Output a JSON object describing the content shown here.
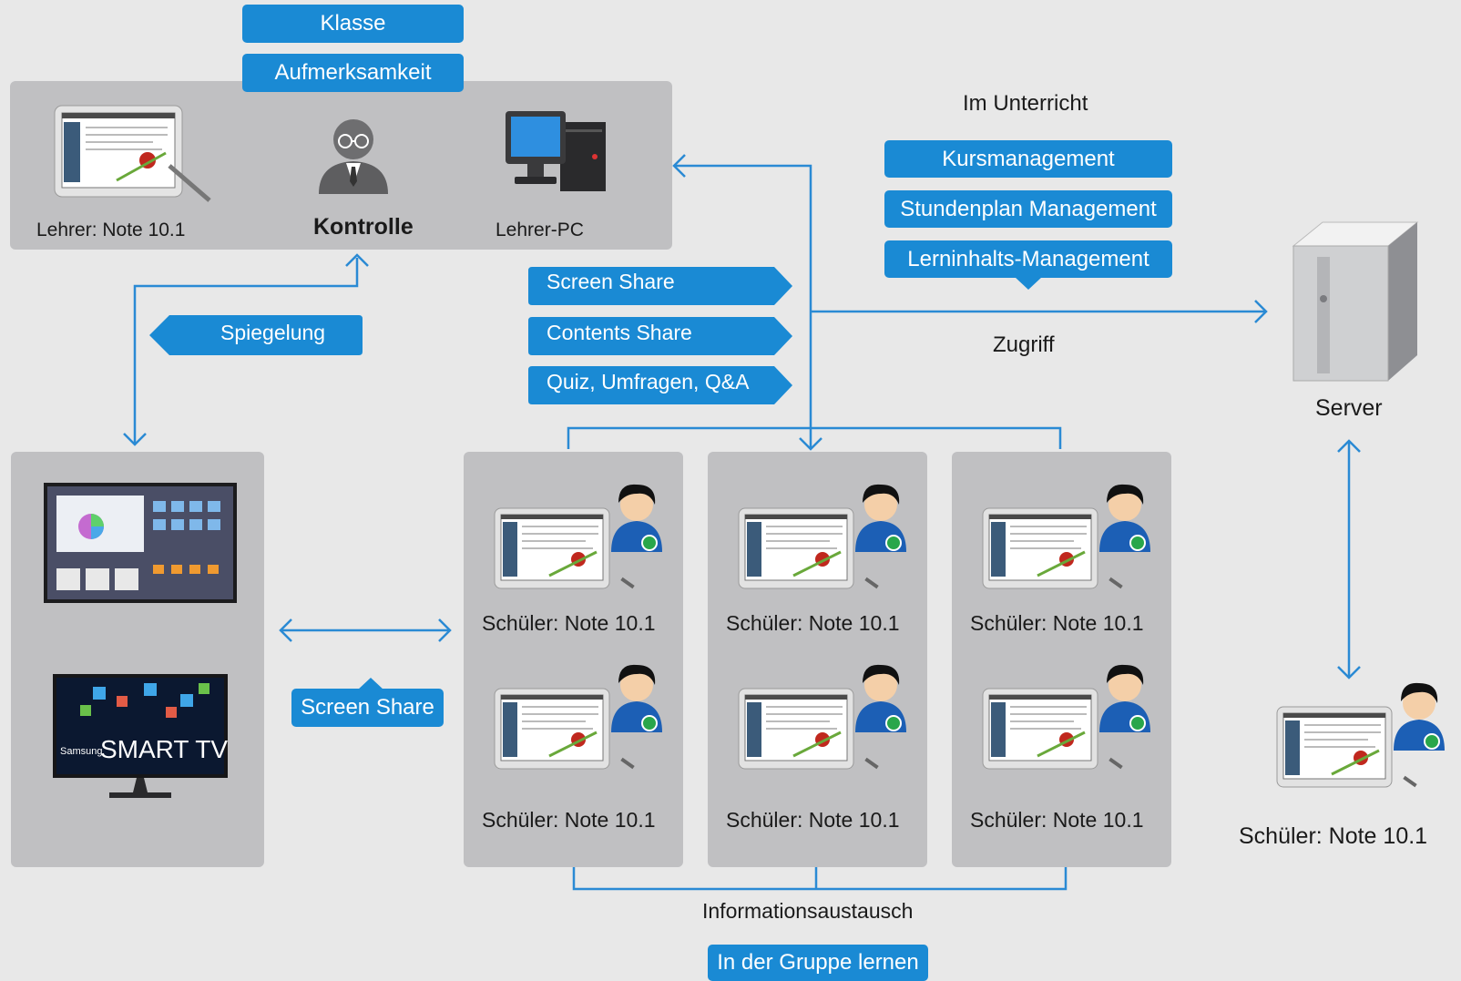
{
  "teacher": {
    "tag_class": "Klasse",
    "tag_attention": "Aufmerksamkeit",
    "tablet_label": "Lehrer: Note 10.1",
    "control_label": "Kontrolle",
    "pc_label": "Lehrer-PC"
  },
  "im_unterricht": {
    "title": "Im Unterricht",
    "items": [
      "Kursmanagement",
      "Stundenplan  Management",
      "Lerninhalts-Management"
    ],
    "access_label": "Zugriff"
  },
  "share_tags": [
    "Screen Share",
    "Contents Share",
    "Quiz, Umfragen, Q&A"
  ],
  "mirroring_label": "Spiegelung",
  "display": {
    "screen_share_label": "Screen Share",
    "tv_brand": "Samsung",
    "tv_logo": "SMART TV"
  },
  "server": {
    "label": "Server"
  },
  "students": {
    "label": "Schüler: Note 10.1",
    "groups": [
      [
        "Schüler: Note 10.1",
        "Schüler: Note 10.1"
      ],
      [
        "Schüler: Note 10.1",
        "Schüler: Note 10.1"
      ],
      [
        "Schüler: Note 10.1",
        "Schüler: Note 10.1"
      ]
    ],
    "remote_label": "Schüler: Note 10.1"
  },
  "exchange_label": "Informationsaustausch",
  "group_learning_label": "In der Gruppe lernen",
  "colors": {
    "accent": "#1a8ad4",
    "panel": "#c0c0c2",
    "background": "#e8e8e8",
    "line": "#2a8ad4"
  }
}
